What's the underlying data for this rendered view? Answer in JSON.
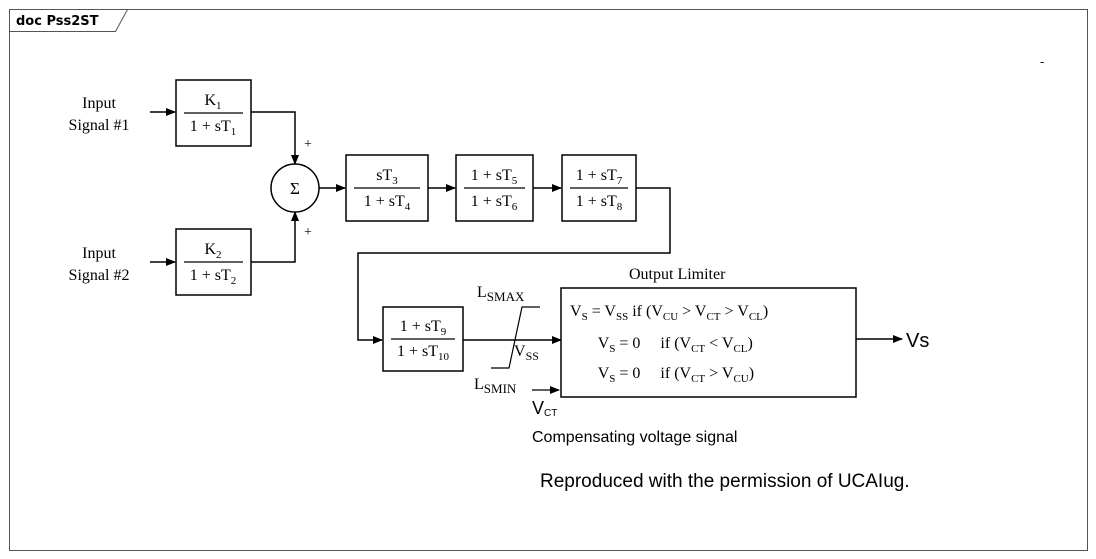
{
  "frame": {
    "title": "doc Pss2ST",
    "marker": "-"
  },
  "inputs": {
    "signal1_line1": "Input",
    "signal1_line2": "Signal #1",
    "signal2_line1": "Input",
    "signal2_line2": "Signal #2"
  },
  "blocks": {
    "b1": {
      "num": "K",
      "num_sub": "1",
      "den": "1 + sT",
      "den_sub": "1"
    },
    "b2": {
      "num": "K",
      "num_sub": "2",
      "den": "1 + sT",
      "den_sub": "2"
    },
    "b3": {
      "num": "sT",
      "num_sub": "3",
      "den": "1 + sT",
      "den_sub": "4"
    },
    "b4": {
      "num": "1 + sT",
      "num_sub": "5",
      "den": "1 + sT",
      "den_sub": "6"
    },
    "b5": {
      "num": "1 + sT",
      "num_sub": "7",
      "den": "1 + sT",
      "den_sub": "8"
    },
    "b6": {
      "num": "1 + sT",
      "num_sub": "9",
      "den": "1 + sT",
      "den_sub": "10"
    }
  },
  "summer": {
    "symbol": "Σ",
    "plus_top": "+",
    "plus_bottom": "+"
  },
  "limiter": {
    "lsmax": "L",
    "lsmax_sub": "SMAX",
    "lsmin": "L",
    "lsmin_sub": "SMIN",
    "vss": "V",
    "vss_sub": "SS",
    "vct": "V",
    "vct_sub": "CT",
    "title": "Output Limiter",
    "row1": {
      "a": "V",
      "a_sub": "S",
      "b": " = V",
      "b_sub": "SS",
      "c": " if (V",
      "c_sub": "CU",
      "d": " > V",
      "d_sub": "CT",
      "e": " > V",
      "e_sub": "CL",
      "f": ")"
    },
    "row2": {
      "a": "V",
      "a_sub": "S",
      "b": " = 0     if (V",
      "b_sub": "CT",
      "c": " < V",
      "c_sub": "CL",
      "d": ")"
    },
    "row3": {
      "a": "V",
      "a_sub": "S",
      "b": " = 0     if (V",
      "b_sub": "CT",
      "c": " > V",
      "c_sub": "CU",
      "d": ")"
    }
  },
  "output": {
    "label": "Vs"
  },
  "notes": {
    "compensating": "Compensating voltage signal",
    "permission": "Reproduced with the permission of UCAIug."
  },
  "colors": {
    "line": "#000000",
    "frame": "#555555"
  }
}
